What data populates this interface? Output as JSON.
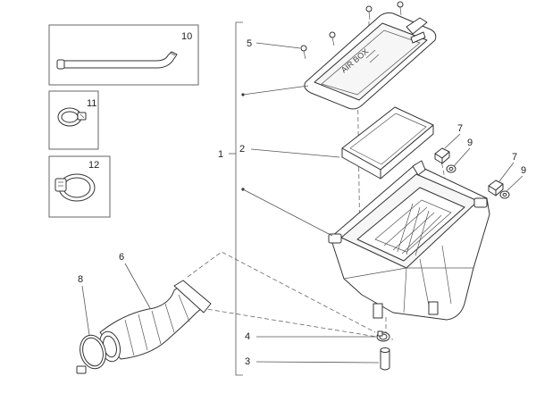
{
  "callouts": {
    "c1": "1",
    "c2": "2",
    "c3": "3",
    "c4": "4",
    "c5": "5",
    "c6": "6",
    "c7a": "7",
    "c7b": "7",
    "c8": "8",
    "c9a": "9",
    "c9b": "9",
    "c10": "10",
    "c11": "11",
    "c12": "12"
  }
}
